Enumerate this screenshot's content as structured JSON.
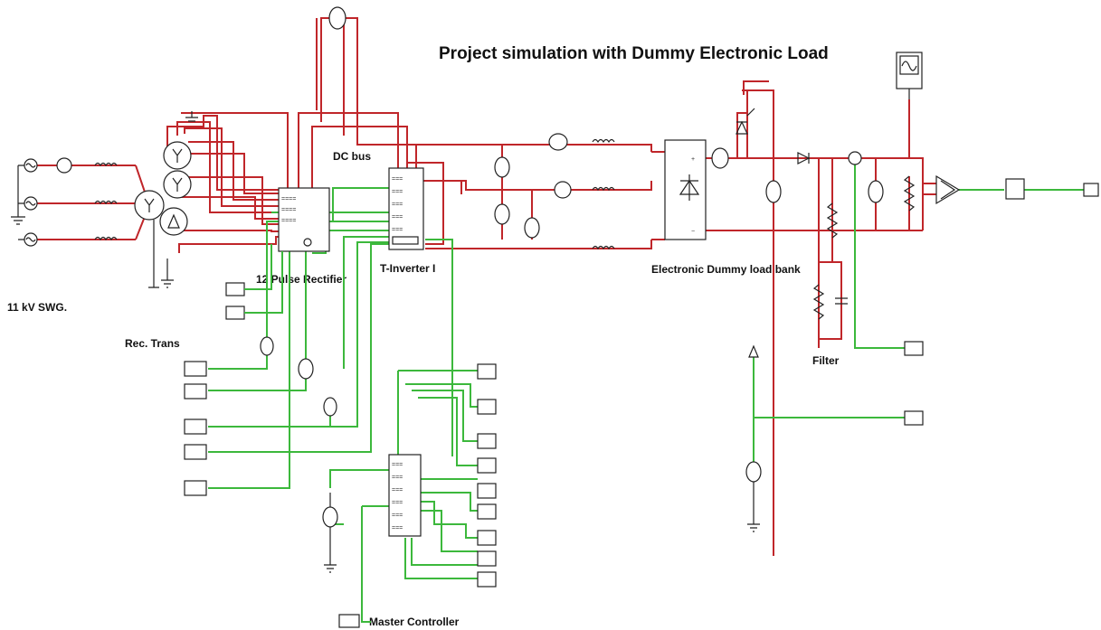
{
  "title": "Project simulation with Dummy Electronic Load",
  "labels": {
    "source": "11 kV SWG.",
    "transformer": "Rec. Trans",
    "rectifier": "12 Pulse Rectifier",
    "dc_bus": "DC bus",
    "inverter": "T-Inverter I",
    "load_bank": "Electronic Dummy load bank",
    "filter": "Filter",
    "master": "Master Controller"
  },
  "colors": {
    "power_wire": "#c0262a",
    "control_wire": "#3cb83c",
    "component": "#222222"
  },
  "icons": [
    "ac-source-icon",
    "inductor-icon",
    "transformer-icon",
    "meter-icon",
    "scope-icon",
    "diode-icon",
    "thyristor-icon",
    "resistor-icon",
    "capacitor-icon",
    "ground-icon",
    "op-amp-icon"
  ]
}
